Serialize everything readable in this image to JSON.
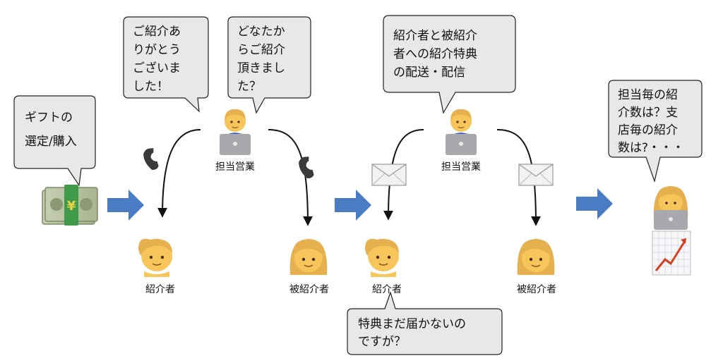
{
  "bubbles": {
    "gift": [
      "ギフトの",
      "選定/購入"
    ],
    "thanks": [
      "ご紹介あ",
      "りがとう",
      "ございま",
      "した！"
    ],
    "who": [
      "どなたか",
      "らご紹介",
      "頂きまし",
      "た？"
    ],
    "delivery": [
      "紹介者と被紹介",
      "者への紹介特典",
      "の配送・配信"
    ],
    "count": [
      "担当毎の紹",
      "介数は？支",
      "店毎の紹介",
      "数は?・・・"
    ],
    "complaint": [
      "特典まだ届かないの",
      "ですが？"
    ]
  },
  "labels": {
    "sales_1": "担当営業",
    "introducer_1": "紹介者",
    "referee_1": "被紹介者",
    "sales_2": "担当営業",
    "introducer_2": "紹介者",
    "referee_2": "被紹介者"
  },
  "icons": {
    "money": "money-with-yen-icon",
    "phone": "telephone-receiver-icon",
    "envelope": "envelope-icon",
    "salesperson": "man-technologist-icon",
    "woman_ponytail": "woman-ponytail-icon",
    "woman": "woman-icon",
    "chart": "chart-increasing-icon"
  },
  "colors": {
    "bubble_fill": "#e8e8e8",
    "bubble_stroke": "#222222",
    "flow_arrow": "#4a7cc4",
    "skin": "#f6c65b",
    "hair_blonde": "#e7b04f"
  }
}
